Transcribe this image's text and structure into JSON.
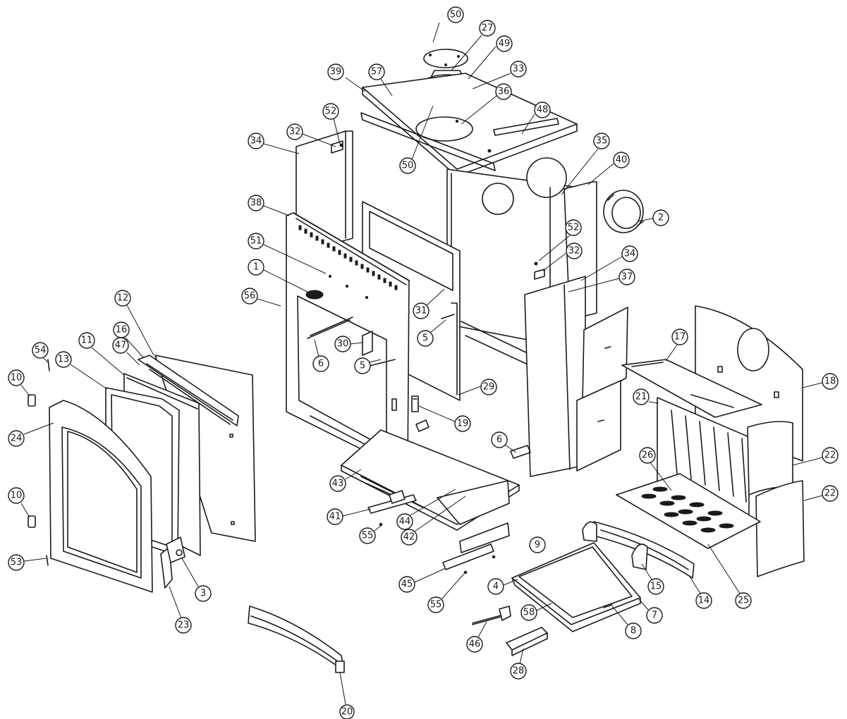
{
  "callouts": [
    {
      "id": "c50a",
      "label": "50"
    },
    {
      "id": "c27",
      "label": "27"
    },
    {
      "id": "c49",
      "label": "49"
    },
    {
      "id": "c57",
      "label": "57"
    },
    {
      "id": "c39",
      "label": "39"
    },
    {
      "id": "c33",
      "label": "33"
    },
    {
      "id": "c36",
      "label": "36"
    },
    {
      "id": "c48",
      "label": "48"
    },
    {
      "id": "c52a",
      "label": "52"
    },
    {
      "id": "c32a",
      "label": "32"
    },
    {
      "id": "c34a",
      "label": "34"
    },
    {
      "id": "c50b",
      "label": "50"
    },
    {
      "id": "c35",
      "label": "35"
    },
    {
      "id": "c40",
      "label": "40"
    },
    {
      "id": "c2",
      "label": "2"
    },
    {
      "id": "c38",
      "label": "38"
    },
    {
      "id": "c52b",
      "label": "52"
    },
    {
      "id": "c32b",
      "label": "32"
    },
    {
      "id": "c34b",
      "label": "34"
    },
    {
      "id": "c37",
      "label": "37"
    },
    {
      "id": "c51",
      "label": "51"
    },
    {
      "id": "c1",
      "label": "1"
    },
    {
      "id": "c56",
      "label": "56"
    },
    {
      "id": "c31",
      "label": "31"
    },
    {
      "id": "c5a",
      "label": "5"
    },
    {
      "id": "c5b",
      "label": "5"
    },
    {
      "id": "c30",
      "label": "30"
    },
    {
      "id": "c6a",
      "label": "6"
    },
    {
      "id": "c29",
      "label": "29"
    },
    {
      "id": "c19",
      "label": "19"
    },
    {
      "id": "c6b",
      "label": "6"
    },
    {
      "id": "c12",
      "label": "12"
    },
    {
      "id": "c16",
      "label": "16"
    },
    {
      "id": "c47",
      "label": "47"
    },
    {
      "id": "c11",
      "label": "11"
    },
    {
      "id": "c13",
      "label": "13"
    },
    {
      "id": "c54",
      "label": "54"
    },
    {
      "id": "c10a",
      "label": "10"
    },
    {
      "id": "c24",
      "label": "24"
    },
    {
      "id": "c10b",
      "label": "10"
    },
    {
      "id": "c53",
      "label": "53"
    },
    {
      "id": "c3",
      "label": "3"
    },
    {
      "id": "c23",
      "label": "23"
    },
    {
      "id": "c20",
      "label": "20"
    },
    {
      "id": "c43",
      "label": "43"
    },
    {
      "id": "c41",
      "label": "41"
    },
    {
      "id": "c44",
      "label": "44"
    },
    {
      "id": "c55a",
      "label": "55"
    },
    {
      "id": "c42",
      "label": "42"
    },
    {
      "id": "c45",
      "label": "45"
    },
    {
      "id": "c55b",
      "label": "55"
    },
    {
      "id": "c9",
      "label": "9"
    },
    {
      "id": "c4",
      "label": "4"
    },
    {
      "id": "c58",
      "label": "58"
    },
    {
      "id": "c7",
      "label": "7"
    },
    {
      "id": "c8",
      "label": "8"
    },
    {
      "id": "c46",
      "label": "46"
    },
    {
      "id": "c28",
      "label": "28"
    },
    {
      "id": "c17",
      "label": "17"
    },
    {
      "id": "c18",
      "label": "18"
    },
    {
      "id": "c21",
      "label": "21"
    },
    {
      "id": "c22a",
      "label": "22"
    },
    {
      "id": "c22b",
      "label": "22"
    },
    {
      "id": "c26",
      "label": "26"
    },
    {
      "id": "c15",
      "label": "15"
    },
    {
      "id": "c14",
      "label": "14"
    },
    {
      "id": "c25",
      "label": "25"
    }
  ]
}
